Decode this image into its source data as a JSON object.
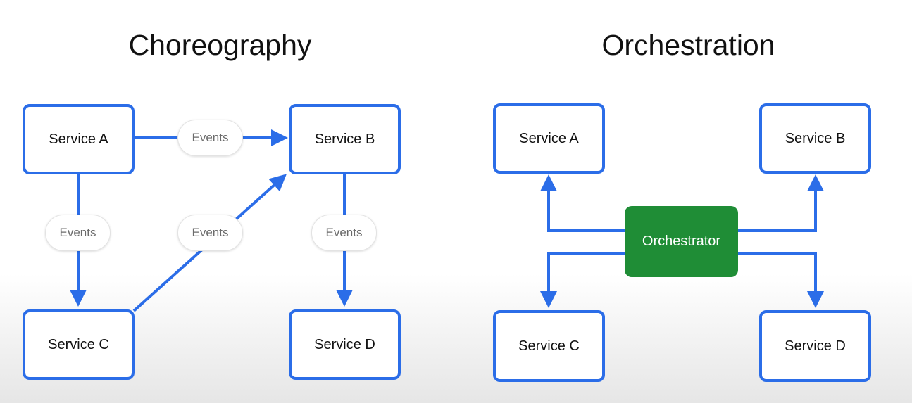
{
  "choreography": {
    "title": "Choreography",
    "services": {
      "a": "Service A",
      "b": "Service B",
      "c": "Service C",
      "d": "Service D"
    },
    "event_label": "Events"
  },
  "orchestration": {
    "title": "Orchestration",
    "services": {
      "a": "Service A",
      "b": "Service B",
      "c": "Service C",
      "d": "Service D"
    },
    "orchestrator": "Orchestrator"
  },
  "colors": {
    "connector": "#2b6de8",
    "orchestrator": "#1f8d36"
  }
}
